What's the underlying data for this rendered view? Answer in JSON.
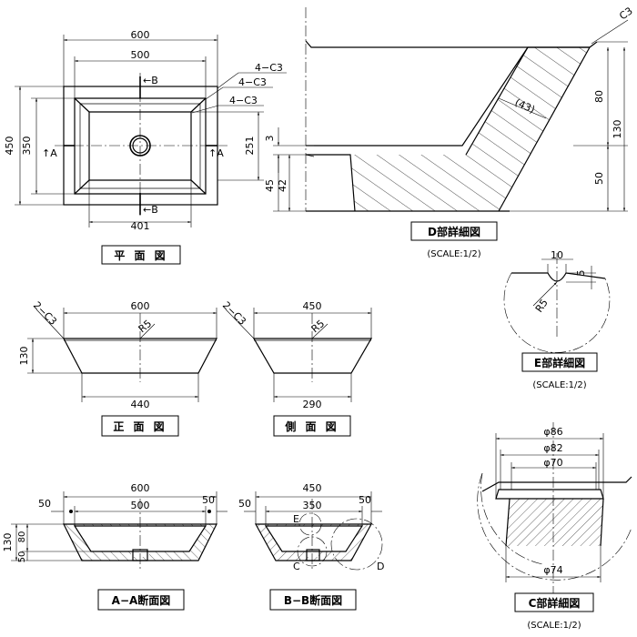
{
  "plan_view": {
    "caption": "平 面 図",
    "dim_width_outer": "600",
    "dim_width_inner": "500",
    "dim_bottom": "401",
    "dim_height_outer": "450",
    "dim_height_inner": "350",
    "dim_right": "251",
    "chamfer_1": "4−C3",
    "chamfer_2": "4−C3",
    "chamfer_3": "4−C3",
    "section_a_left": "↑A",
    "section_a_right": "↑A",
    "section_b_top": "←B",
    "section_b_bottom": "←B"
  },
  "detail_d": {
    "caption": "D部詳細図",
    "scale": "(SCALE:1/2)",
    "chamfer": "C3",
    "slope": "(43)",
    "dim_80": "80",
    "dim_130": "130",
    "dim_50": "50",
    "dim_3": "3",
    "dim_45": "45",
    "dim_42": "42"
  },
  "detail_e": {
    "caption": "E部詳細図",
    "scale": "(SCALE:1/2)",
    "dim_10": "10",
    "dim_5": "5",
    "radius": "R5"
  },
  "front_view": {
    "caption": "正 面 図",
    "dim_top": "600",
    "dim_bottom": "440",
    "dim_height": "130",
    "chamfer": "2−C3",
    "radius": "R5"
  },
  "side_view": {
    "caption": "側 面 図",
    "dim_top": "450",
    "dim_bottom": "290",
    "chamfer": "2−C3",
    "radius": "R5"
  },
  "section_aa": {
    "caption": "A−A断面図",
    "dim_total": "600",
    "dim_inner": "500",
    "dim_left": "50",
    "dim_right": "50",
    "dim_130": "130",
    "dim_50": "50",
    "dim_80": "80"
  },
  "section_bb": {
    "caption": "B−B断面図",
    "dim_total": "450",
    "dim_inner": "350",
    "dim_left": "50",
    "dim_right": "50",
    "label_e": "E",
    "label_c": "C",
    "label_d": "D"
  },
  "detail_c": {
    "caption": "C部詳細図",
    "scale": "(SCALE:1/2)",
    "dim_86": "φ86",
    "dim_82": "φ82",
    "dim_70": "φ70",
    "dim_74": "φ74"
  }
}
